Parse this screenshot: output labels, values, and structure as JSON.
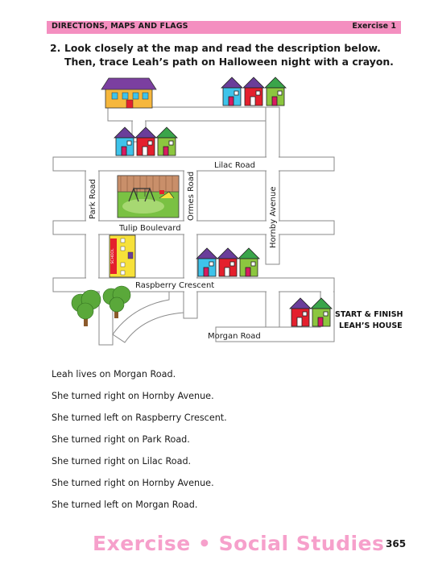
{
  "header": {
    "section": "DIRECTIONS, MAPS AND FLAGS",
    "exercise": "Exercise 1"
  },
  "question": {
    "number": "2.",
    "text": "Look closely at the map and read the description below. Then, trace Leah’s path on Halloween night with a crayon."
  },
  "map": {
    "roads": {
      "lilac": "Lilac Road",
      "park": "Park Road",
      "ormes": "Ormes Road",
      "hornby": "Hornby Avenue",
      "tulip": "Tulip Boulevard",
      "raspberry": "Raspberry Crescent",
      "morgan": "Morgan Road"
    },
    "school_sign": "SCHOOL",
    "start_label_1": "START & FINISH",
    "start_label_2": "LEAH’S HOUSE",
    "colors": {
      "house_blue": "#3ec3ea",
      "house_red": "#e4202d",
      "house_green": "#8cc63f",
      "roof_purple": "#6a3d9a",
      "school_yellow": "#f7e13a",
      "park_green": "#7ac143",
      "tree_green": "#5aa83a"
    }
  },
  "directions": [
    "Leah lives on Morgan Road.",
    "She turned right on Hornby Avenue.",
    "She turned left on Raspberry Crescent.",
    "She turned right on Park Road.",
    "She turned right on Lilac Road.",
    "She turned right on Hornby Avenue.",
    "She turned left on Morgan Road."
  ],
  "footer": {
    "title": "Exercise • Social Studies",
    "page_number": "365"
  }
}
